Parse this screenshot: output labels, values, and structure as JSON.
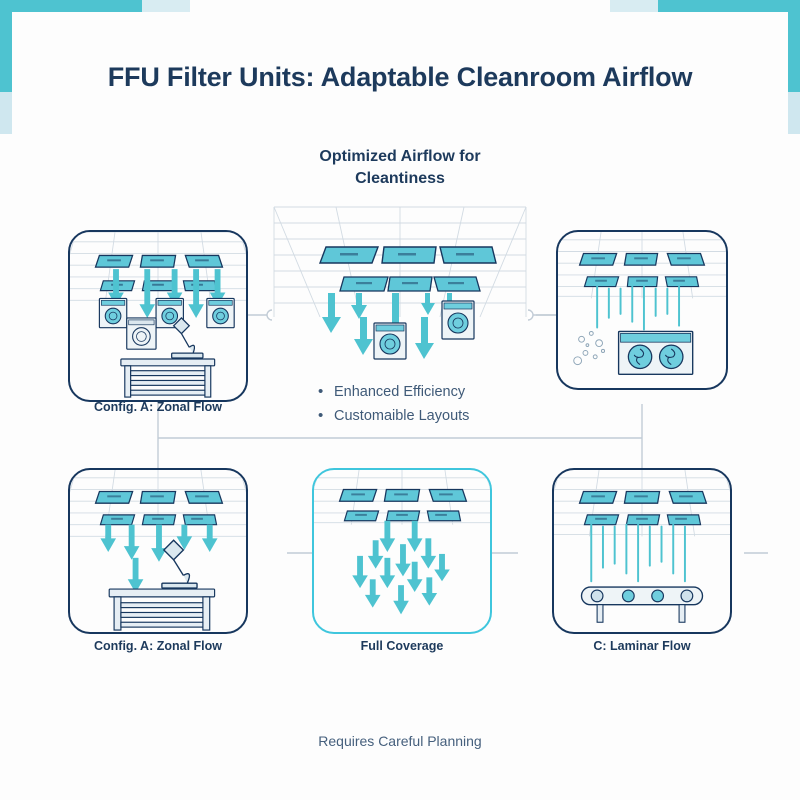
{
  "title": "FFU Filter Units: Adaptable Cleanroom Airflow",
  "subtitle_line1": "Optimized Airflow for",
  "subtitle_line2": "Cleantiness",
  "footnote": "Requires Careful Planning",
  "colors": {
    "navy": "#17375e",
    "teal": "#4ec3d0",
    "cyan_accent": "#3fc6dd",
    "tile_fill": "#5fc7d8",
    "text_navy": "#1d3a5c",
    "text_slate": "#3f5a78",
    "grid_line": "#c9d4de",
    "connector": "#c2ccd6",
    "deco_light": "#cfe7ef",
    "deco_pale": "#d8ecf2"
  },
  "bullets": [
    {
      "label": "Enhanced Efficiency"
    },
    {
      "label": "Customaible Layouts"
    }
  ],
  "panels": [
    {
      "id": "config-a-zonal-top",
      "caption": "Config. A: Zonal Flow",
      "border": "navy",
      "scene": "zonal-washers-microscope"
    },
    {
      "id": "central-overview",
      "caption": "",
      "border": "none",
      "scene": "wide-ceiling-arrows"
    },
    {
      "id": "laminar-fan-unit",
      "caption": "",
      "border": "navy",
      "scene": "laminar-streams-fanunit"
    },
    {
      "id": "config-a-zonal-bottom",
      "caption": "Config. A: Zonal Flow",
      "border": "navy",
      "scene": "zonal-arrows-microscope"
    },
    {
      "id": "full-coverage",
      "caption": "Full Coverage",
      "border": "cyan",
      "scene": "many-down-arrows"
    },
    {
      "id": "laminar-flow",
      "caption": "C: Laminar Flow",
      "border": "navy",
      "scene": "laminar-streams-conveyor"
    }
  ],
  "icons": {
    "ffu_tile": "ceiling-filter-tile-icon",
    "airflow_arrow": "down-arrow-icon",
    "laminar_stream": "vertical-stream-icon",
    "washer_unit": "filter-fan-unit-icon",
    "microscope": "microscope-icon",
    "workbench": "workbench-icon",
    "conveyor": "conveyor-belt-icon",
    "particles": "dust-particles-icon",
    "fan_cabinet": "dual-fan-cabinet-icon",
    "connector_node": "connector-node-icon"
  }
}
